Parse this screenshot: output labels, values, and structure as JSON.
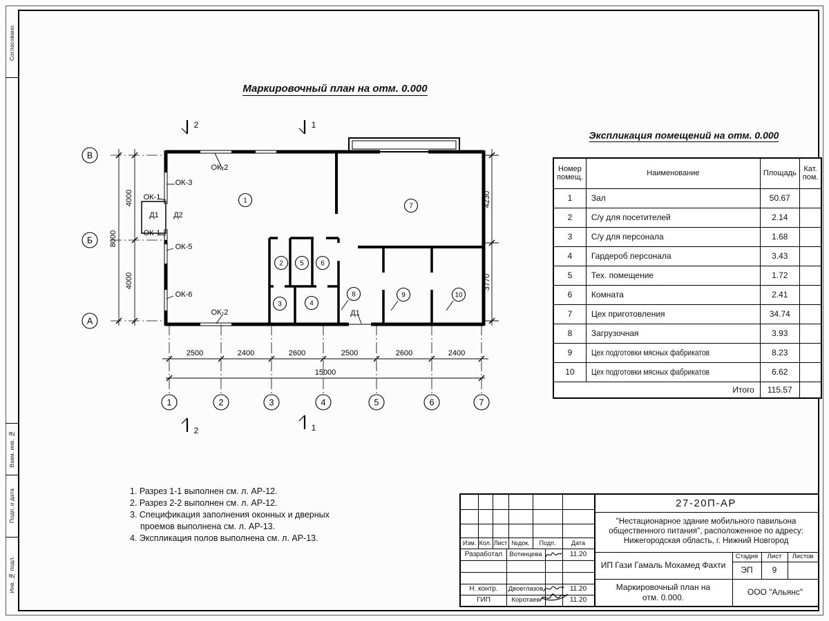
{
  "edge": {
    "labels": [
      "Согласовано",
      "Взам. инв. №",
      "Подп. и дата",
      "Инв. № подл."
    ]
  },
  "plan": {
    "title": "Маркировочный план на отм. 0.000",
    "row_axes": [
      "В",
      "Б",
      "А"
    ],
    "col_axes": [
      "1",
      "2",
      "3",
      "4",
      "5",
      "6",
      "7"
    ],
    "dims_bottom": [
      "2500",
      "2400",
      "2600",
      "2500",
      "2600",
      "2400"
    ],
    "dim_bottom_total": "15000",
    "dims_left": [
      "4000",
      "4000"
    ],
    "dim_left_total": "8000",
    "dims_right": [
      "4230",
      "3770"
    ],
    "rooms": [
      "1",
      "2",
      "3",
      "4",
      "5",
      "6",
      "7",
      "8",
      "9",
      "10"
    ],
    "openings": [
      "ОК-2",
      "ОК-3",
      "ОК-1",
      "Д1",
      "Д2",
      "ОК-1",
      "ОК-5",
      "ОК-6",
      "ОК-2",
      "Д1"
    ],
    "section_marks": [
      "2",
      "1"
    ]
  },
  "table": {
    "title": "Экспликация помещений на отм. 0.000",
    "headers": {
      "num": "Номер помещ.",
      "name": "Наименование",
      "area": "Площадь",
      "cat": "Кат. пом."
    },
    "rows": [
      {
        "num": "1",
        "name": "Зал",
        "area": "50.67"
      },
      {
        "num": "2",
        "name": "С/у для посетителей",
        "area": "2.14"
      },
      {
        "num": "3",
        "name": "С/у для персонала",
        "area": "1.68"
      },
      {
        "num": "4",
        "name": "Гардероб персонала",
        "area": "3.43"
      },
      {
        "num": "5",
        "name": "Тех. помещение",
        "area": "1.72"
      },
      {
        "num": "6",
        "name": "Комната",
        "area": "2.41"
      },
      {
        "num": "7",
        "name": "Цех приготовления",
        "area": "34.74"
      },
      {
        "num": "8",
        "name": "Загрузочная",
        "area": "3.93"
      },
      {
        "num": "9",
        "name": "Цех подготовки мясных фабрикатов",
        "area": "8.23"
      },
      {
        "num": "10",
        "name": "Цех подготовки мясных фабрикатов",
        "area": "6.62"
      }
    ],
    "total_label": "Итого",
    "total_value": "115.57"
  },
  "notes": {
    "items": [
      "1. Разрез 1-1 выполнен см. л. АР-12.",
      "2. Разрез 2-2 выполнен см. л. АР-12.",
      "3. Спецификация заполнения оконных и дверных проемов выполнена см. л. АР-13.",
      "4. Экспликация полов выполнена см. л. АР-13."
    ]
  },
  "titleblock": {
    "doc_number": "27-20П-АР",
    "description": "\"Нестационарное здание мобильного павильона общественного питания\", расположенное по адресу: Нижегородская область, г. Нижний Новгород",
    "header_cells": [
      "Изм.",
      "Кол.",
      "Лист",
      "№док.",
      "Подп.",
      "Дата"
    ],
    "rows": [
      {
        "role": "Разработал",
        "name": "Вотинцева",
        "date": "11.20"
      },
      {
        "role": "Н. контр.",
        "name": "Двоеглазов",
        "date": "11.20"
      },
      {
        "role": "ГИП",
        "name": "Коротаев",
        "date": "11.20"
      }
    ],
    "client": "ИП Гази Гамаль Мохамед Фахти",
    "stage_label": "Стадия",
    "sheet_label": "Лист",
    "sheets_label": "Листов",
    "stage": "ЭП",
    "sheet": "9",
    "sheets": "",
    "drawing_name": "Маркировочный план на отм. 0.000.",
    "company": "ООО \"Альянс\""
  }
}
